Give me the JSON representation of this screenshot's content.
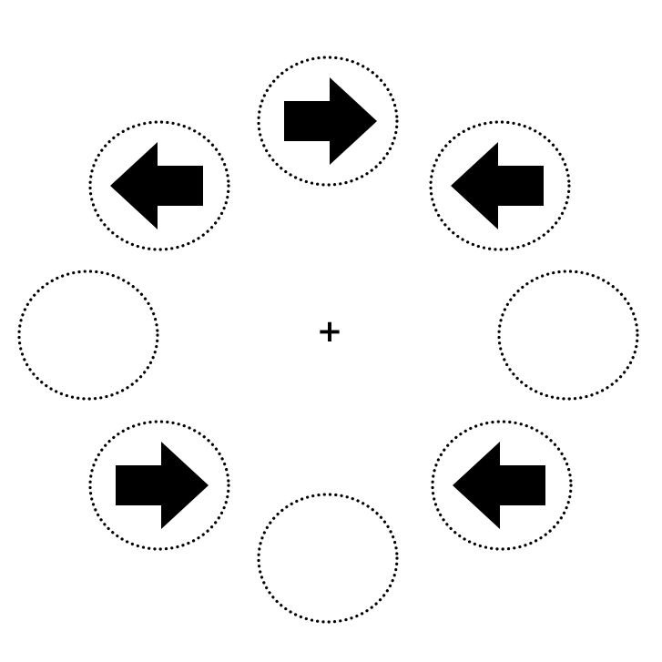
{
  "fixation": {
    "glyph": "+"
  },
  "colors": {
    "stroke": "#000000",
    "fill": "#000000",
    "background": "#ffffff"
  },
  "slots": [
    {
      "slot": "top",
      "arrow": "right"
    },
    {
      "slot": "upper-left",
      "arrow": "left"
    },
    {
      "slot": "upper-right",
      "arrow": "left"
    },
    {
      "slot": "left",
      "arrow": "none"
    },
    {
      "slot": "right",
      "arrow": "none"
    },
    {
      "slot": "lower-left",
      "arrow": "right"
    },
    {
      "slot": "lower-right",
      "arrow": "left"
    },
    {
      "slot": "bottom",
      "arrow": "none"
    }
  ]
}
